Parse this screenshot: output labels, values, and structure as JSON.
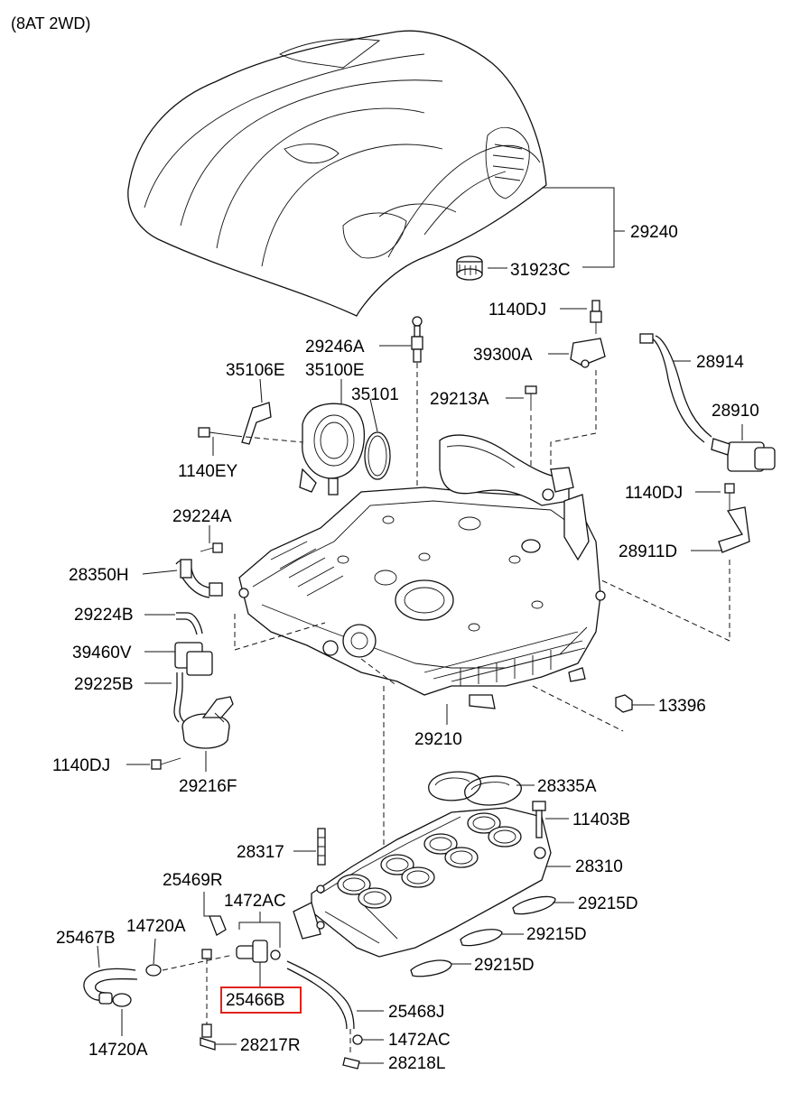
{
  "header": {
    "variant": "(8AT 2WD)"
  },
  "highlight_color": "#e2231a",
  "parts": {
    "p29240": "29240",
    "p31923C": "31923C",
    "p1140DJ_a": "1140DJ",
    "p39300A": "39300A",
    "p28914": "28914",
    "p29246A": "29246A",
    "p35106E": "35106E",
    "p35100E": "35100E",
    "p35101": "35101",
    "p29213A": "29213A",
    "p28910": "28910",
    "p1140EY": "1140EY",
    "p1140DJ_b": "1140DJ",
    "p29224A": "29224A",
    "p28911D": "28911D",
    "p28350H": "28350H",
    "p29224B": "29224B",
    "p39460V": "39460V",
    "p29225B": "29225B",
    "p13396": "13396",
    "p29210": "29210",
    "p1140DJ_c": "1140DJ",
    "p29216F": "29216F",
    "p28335A": "28335A",
    "p11403B": "11403B",
    "p28317": "28317",
    "p28310": "28310",
    "p25469R": "25469R",
    "p1472AC_a": "1472AC",
    "p29215D_a": "29215D",
    "p14720A_a": "14720A",
    "p25467B": "25467B",
    "p29215D_b": "29215D",
    "p29215D_c": "29215D",
    "p25466B": "25466B",
    "p25468J": "25468J",
    "p14720A_b": "14720A",
    "p1472AC_b": "1472AC",
    "p28217R": "28217R",
    "p28218L": "28218L"
  }
}
